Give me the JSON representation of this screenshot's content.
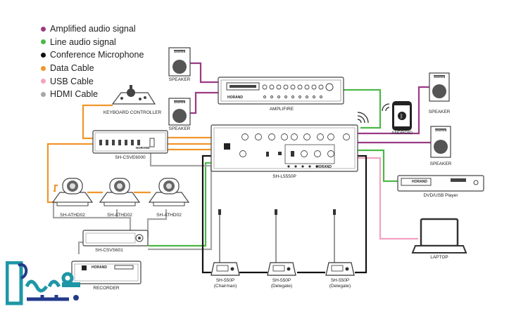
{
  "legend": [
    {
      "label": "Amplified audio signal",
      "color": "#9b3a84"
    },
    {
      "label": "Line audio signal",
      "color": "#4cb848"
    },
    {
      "label": "Conference Microphone",
      "color": "#111111"
    },
    {
      "label": "Data Cable",
      "color": "#f0962a"
    },
    {
      "label": "USB Cable",
      "color": "#f2a2c2"
    },
    {
      "label": "HDMI Cable",
      "color": "#a6a6a6"
    }
  ],
  "brand": "HORAND",
  "devices": {
    "speaker_left_top": "SPEAKER",
    "speaker_left_bottom": "SPEAKER",
    "amplifier": "AMPLIFIRE",
    "keyboard_controller": "KEYBOARD CONTROLLER",
    "switcher": "SH-CSVE6000",
    "main_unit": "SH-L5550P",
    "android": "ANDROID",
    "speaker_right_top": "SPEAKER",
    "speaker_right_bottom": "SPEAKER",
    "dvd_player": "DVD/USB Player",
    "laptop": "LAPTOP",
    "camera_1": "SH-ATHD02",
    "camera_2": "SH-ATHD02",
    "camera_3": "SH-ATHD02",
    "capture_unit": "SH-CSVS601",
    "recorder": "RECORDER",
    "mic_chairman": "SH-550P",
    "mic_chairman_role": "(Chairman)",
    "mic_delegate_1": "SH-550P",
    "mic_delegate_1_role": "(Delegate)",
    "mic_delegate_2": "SH-550P",
    "mic_delegate_2_role": "(Delegate)"
  },
  "logo": {
    "primary_color": "#1e97a6",
    "secondary_color": "#233a8b"
  }
}
